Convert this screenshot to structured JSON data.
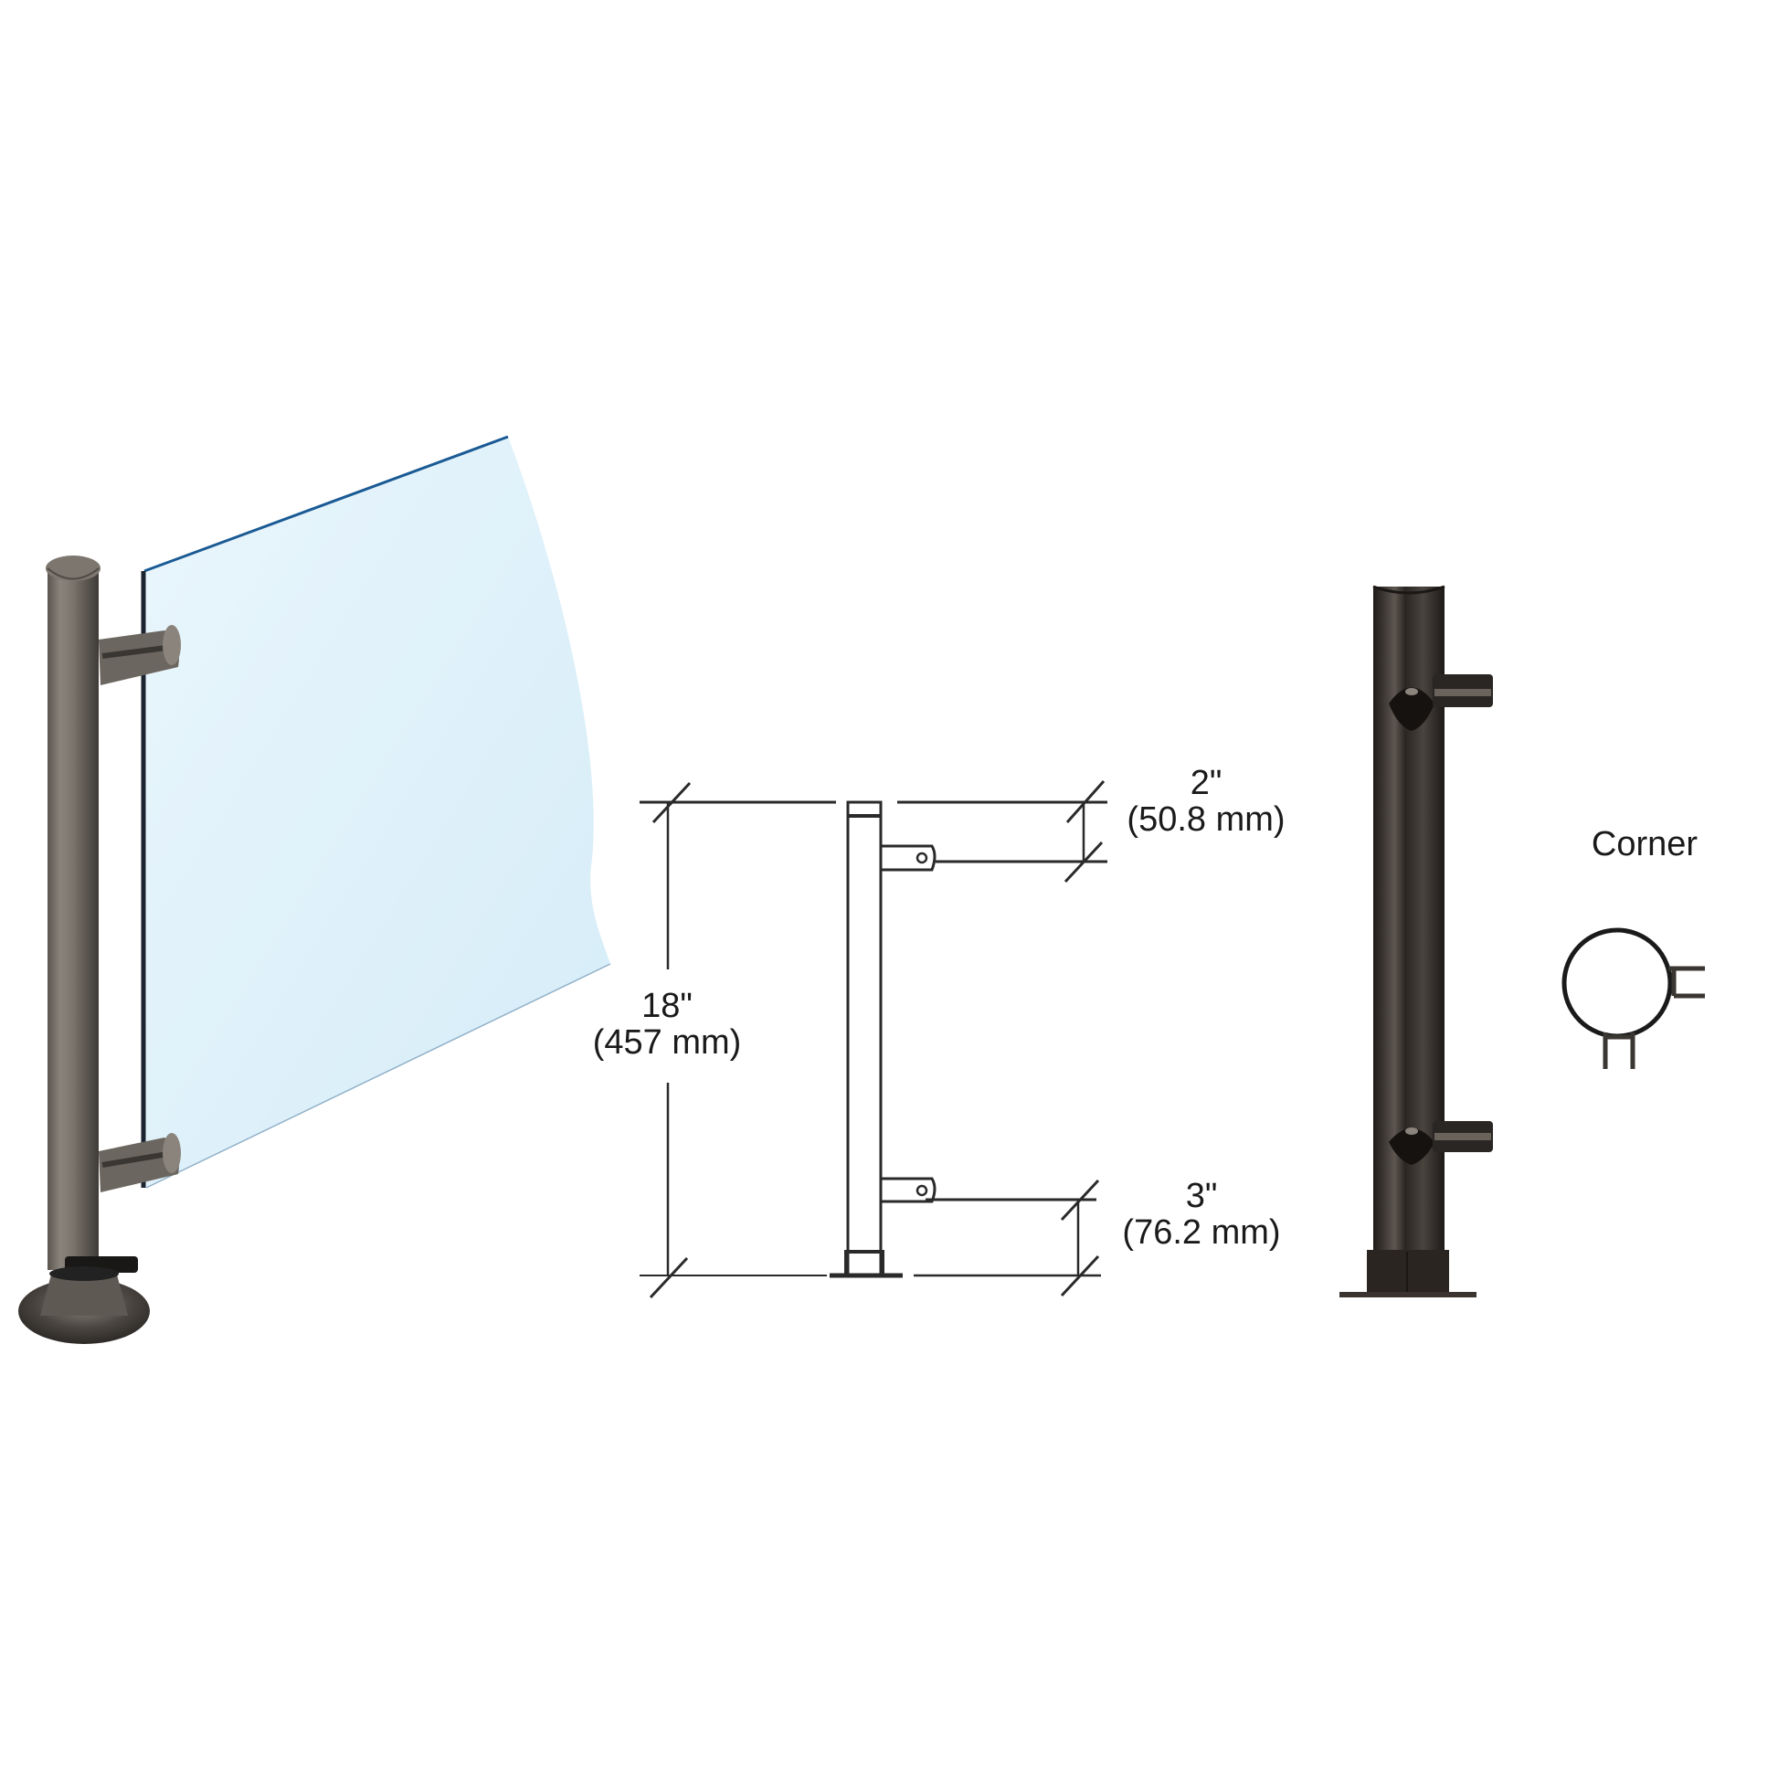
{
  "figure": {
    "type": "product-technical-diagram",
    "subject": "glass railing end post with glass clamps"
  },
  "product_photo": {
    "name": "post-with-glass-panel",
    "post_color": "#6e6962",
    "glass_tint": "#e3f3fb",
    "glass_edge_color": "#1a5a94"
  },
  "dimension_drawing": {
    "overall_height": {
      "imperial": "18\"",
      "metric": "(457 mm)"
    },
    "top_offset": {
      "imperial": "2\"",
      "metric": "(50.8 mm)"
    },
    "bottom_offset": {
      "imperial": "3\"",
      "metric": "(76.2 mm)"
    },
    "line_color": "#2a2a2a"
  },
  "side_view": {
    "name": "dark-bronze-post-side-view",
    "post_color": "#3a3430"
  },
  "plan_view": {
    "title": "Corner",
    "line_color": "#1a1a1a"
  }
}
